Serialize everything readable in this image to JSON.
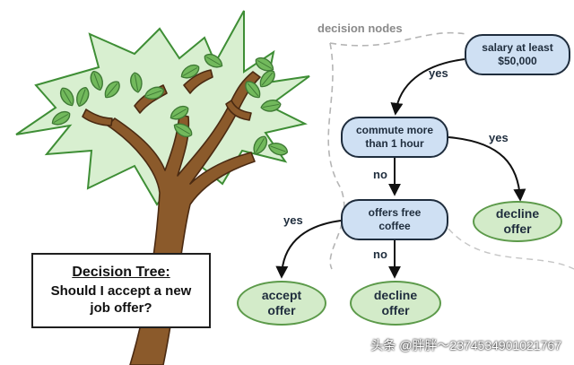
{
  "section_label": "decision nodes",
  "title_box": {
    "heading": "Decision Tree:",
    "line1": "Should I accept a new",
    "line2": "job offer?"
  },
  "nodes": {
    "salary": {
      "line1": "salary at least",
      "line2": "$50,000"
    },
    "commute": {
      "line1": "commute more",
      "line2": "than 1 hour"
    },
    "coffee": {
      "line1": "offers free",
      "line2": "coffee"
    },
    "decline_right": {
      "line1": "decline",
      "line2": "offer"
    },
    "accept": {
      "line1": "accept",
      "line2": "offer"
    },
    "decline_bottom": {
      "line1": "decline",
      "line2": "offer"
    }
  },
  "edges": {
    "salary_to_commute": "yes",
    "commute_to_coffee": "no",
    "commute_to_decline": "yes",
    "coffee_to_accept": "yes",
    "coffee_to_decline": "no"
  },
  "watermark": "头条 @胖胖～2374534901021767",
  "colors": {
    "decision_fill": "#cfe0f3",
    "decision_stroke": "#1f2d3d",
    "leaf_fill": "#d3ebc9",
    "leaf_stroke": "#5c9a4a",
    "trunk": "#8b5a2b",
    "foliage": "#d8efd0",
    "leaf_icon": "#72b95c"
  }
}
